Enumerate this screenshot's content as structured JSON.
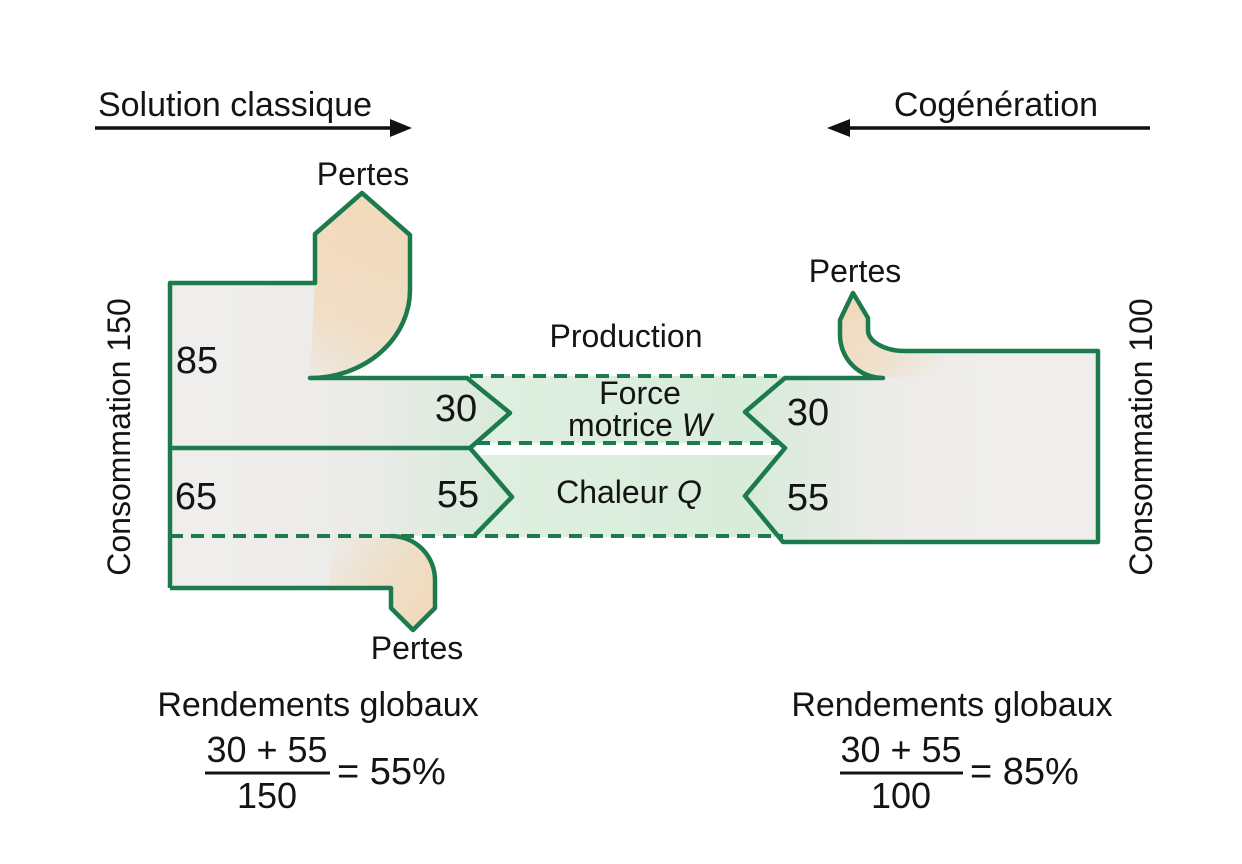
{
  "colors": {
    "outline_green": "#1c7a4d",
    "production_fill_light": "#e0f0e2",
    "production_fill": "#d7ebda",
    "block_fill": "#efeeec",
    "block_fill_mid": "#ecebe9",
    "loss_fill": "#f2d9ba",
    "text": "#141414",
    "arrow_black": "#111111"
  },
  "headers": {
    "left": "Solution classique",
    "right": "Cogénération"
  },
  "classic": {
    "consumption": "Consommation 150",
    "loss_top": "Pertes",
    "loss_bottom": "Pertes",
    "input_top": "85",
    "input_bottom": "65",
    "to_force": "30",
    "to_heat": "55"
  },
  "production": {
    "title": "Production",
    "force_line1": "Force",
    "force_line2": "motrice ",
    "force_symbol": "W",
    "heat_label": "Chaleur ",
    "heat_symbol": "Q"
  },
  "cogen": {
    "consumption": "Consommation 100",
    "loss": "Pertes",
    "from_force": "30",
    "from_heat": "55"
  },
  "efficiency": {
    "left": {
      "title": "Rendements globaux",
      "numerator": "30 + 55",
      "denominator": "150",
      "result": "= 55%"
    },
    "right": {
      "title": "Rendements globaux",
      "numerator": "30 + 55",
      "denominator": "100",
      "result": "= 85%"
    }
  }
}
